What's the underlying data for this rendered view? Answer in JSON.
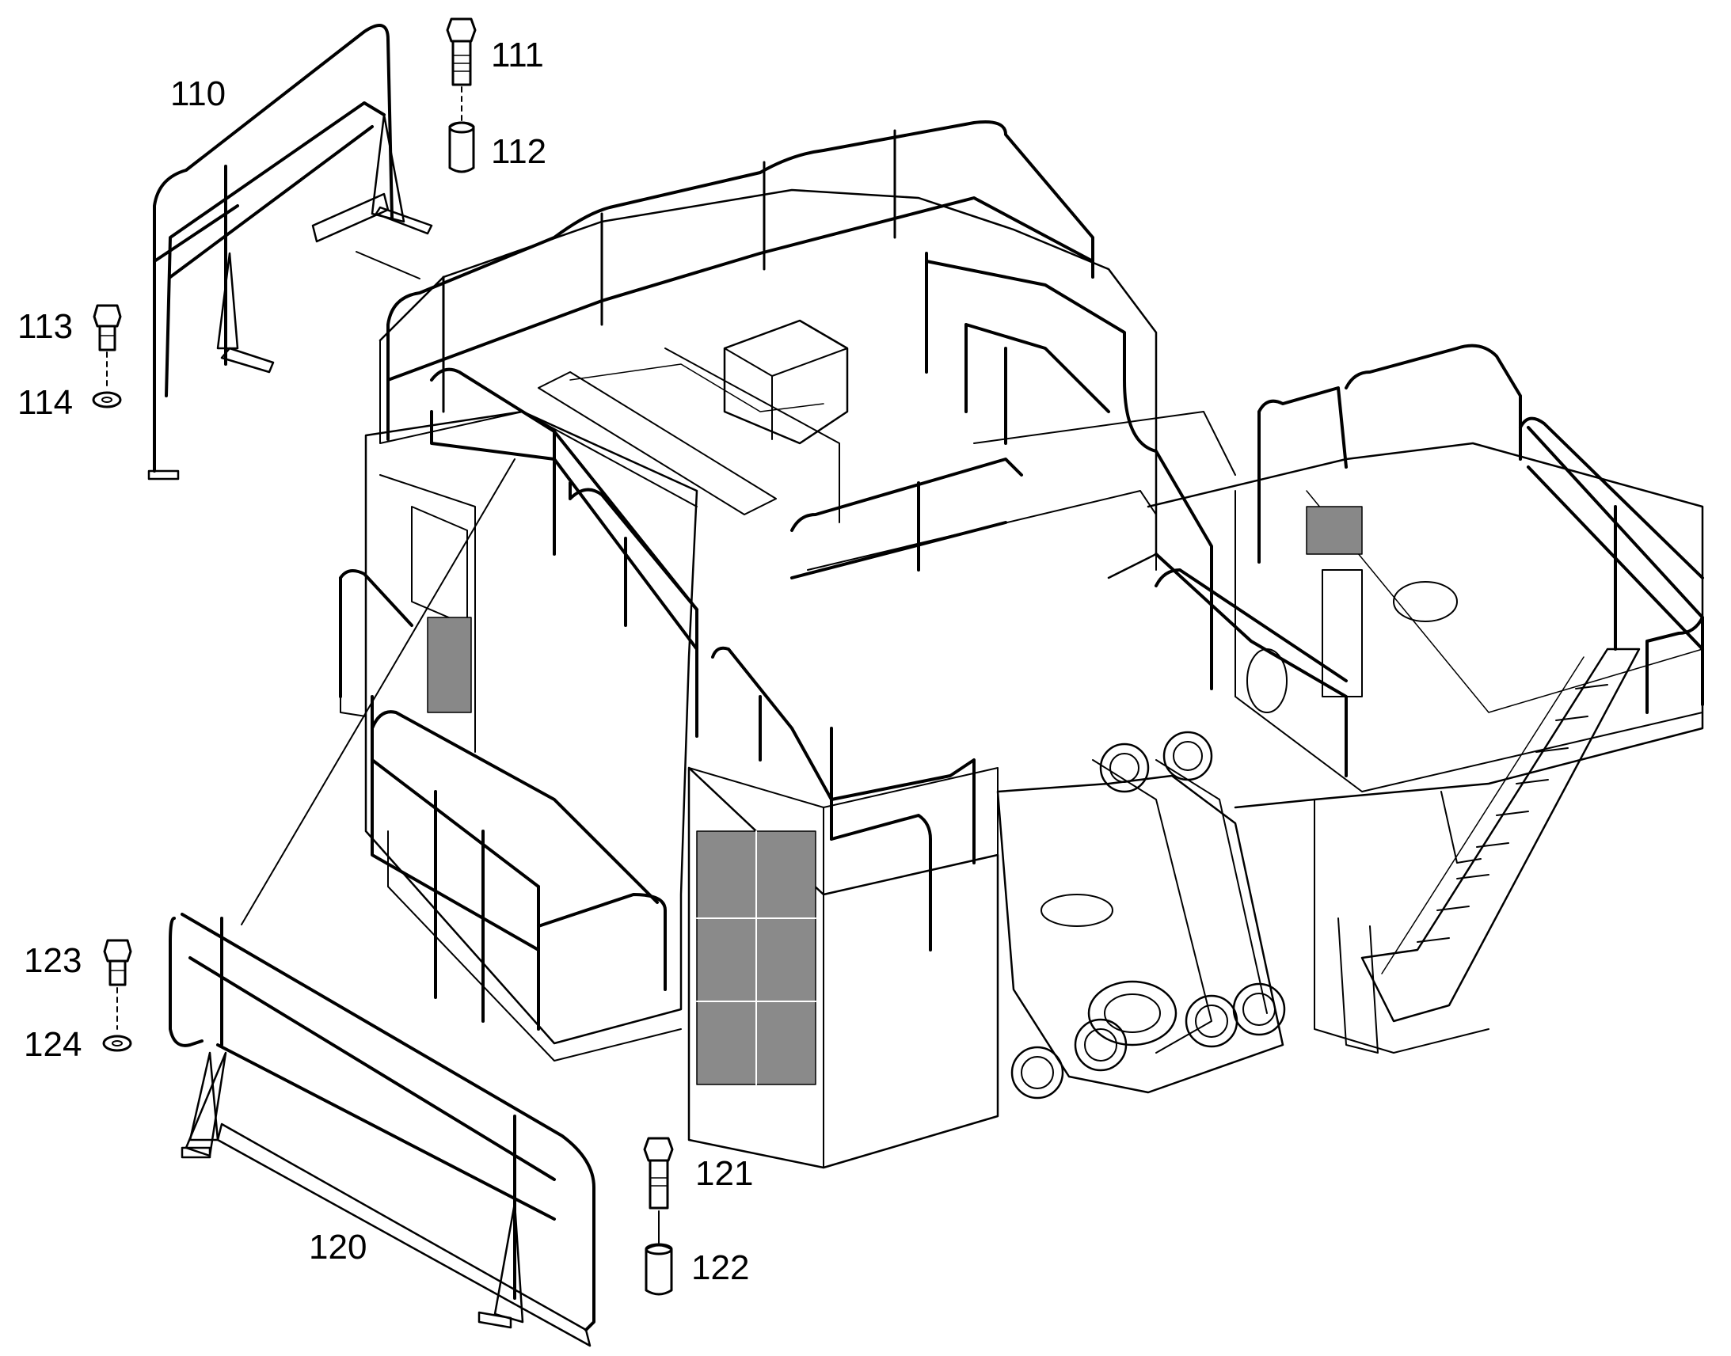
{
  "drawing": {
    "type": "exploded parts diagram",
    "subject": "upper structure platform with walkway handrails and access stairway",
    "line_color": "#000000",
    "fill_color": "#ffffff",
    "shade_color": "#808080"
  },
  "callouts": {
    "rail_left_upper": "110",
    "bolt_upper": "111",
    "spacer_upper": "112",
    "bolt_left_upper": "113",
    "washer_left_upper": "114",
    "rail_left_lower": "120",
    "bolt_lower": "121",
    "spacer_lower": "122",
    "bolt_left_lower": "123",
    "washer_left_lower": "124"
  }
}
